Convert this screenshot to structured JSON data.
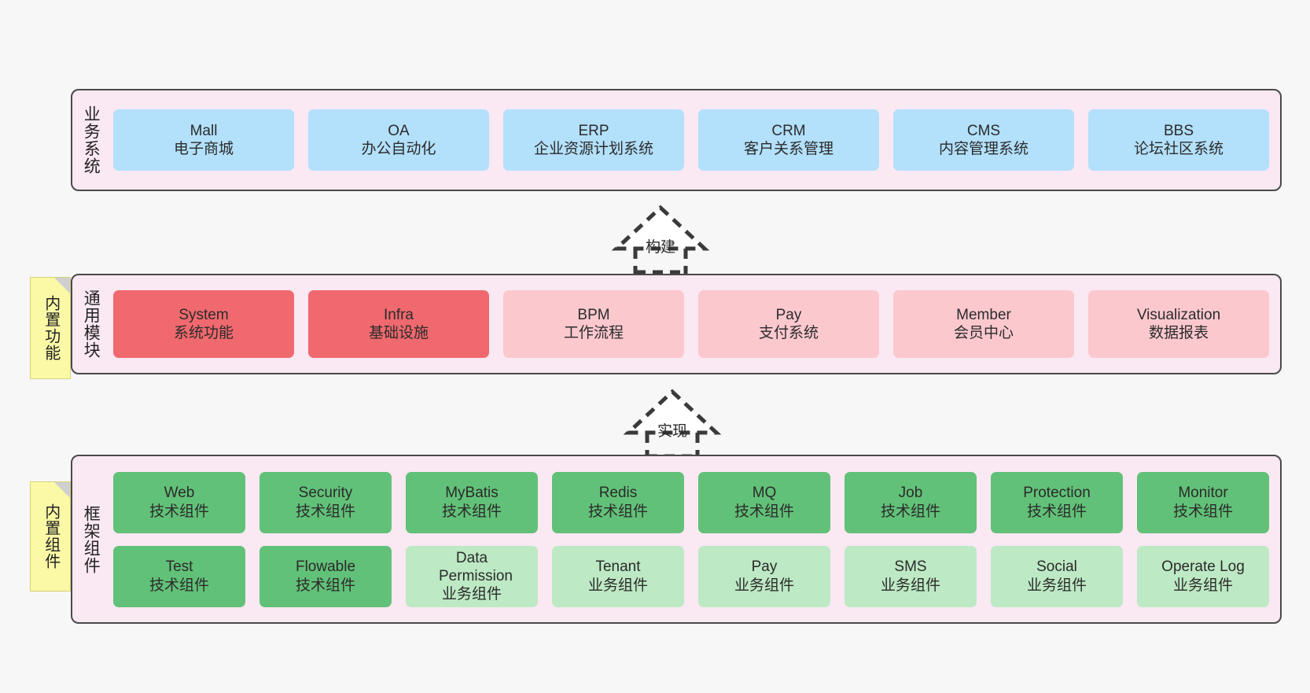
{
  "diagram": {
    "title": "ruoyi-vue-pro architecture layers",
    "background_color": "#f7f7f7",
    "band_fill": "#fae8f3",
    "band_border": "#4a4a4a",
    "note_fill": "#fbf8a6"
  },
  "notes": [
    {
      "label": "内置功能",
      "attached_to": "通用模块"
    },
    {
      "label": "内置组件",
      "attached_to": "框架组件"
    }
  ],
  "arrows": [
    {
      "label": "构建",
      "style": "dashed-generalization",
      "direction": "up",
      "from": "通用模块",
      "to": "业务系统"
    },
    {
      "label": "实现",
      "style": "dashed-generalization",
      "direction": "up",
      "from": "框架组件",
      "to": "通用模块"
    }
  ],
  "bands": [
    {
      "id": "business",
      "title": "业务系统",
      "rows": [
        {
          "cards": [
            {
              "name": "Mall",
              "desc": "电子商城",
              "color": "#b3e0fb",
              "tone": "blue"
            },
            {
              "name": "OA",
              "desc": "办公自动化",
              "color": "#b3e0fb",
              "tone": "blue"
            },
            {
              "name": "ERP",
              "desc": "企业资源计划系统",
              "color": "#b3e0fb",
              "tone": "blue"
            },
            {
              "name": "CRM",
              "desc": "客户关系管理",
              "color": "#b3e0fb",
              "tone": "blue"
            },
            {
              "name": "CMS",
              "desc": "内容管理系统",
              "color": "#b3e0fb",
              "tone": "blue"
            },
            {
              "name": "BBS",
              "desc": "论坛社区系统",
              "color": "#b3e0fb",
              "tone": "blue"
            }
          ]
        }
      ]
    },
    {
      "id": "module",
      "title": "通用模块",
      "rows": [
        {
          "cards": [
            {
              "name": "System",
              "desc": "系统功能",
              "color": "#f0696e",
              "tone": "red"
            },
            {
              "name": "Infra",
              "desc": "基础设施",
              "color": "#f0696e",
              "tone": "red"
            },
            {
              "name": "BPM",
              "desc": "工作流程",
              "color": "#fbc8ce",
              "tone": "pink"
            },
            {
              "name": "Pay",
              "desc": "支付系统",
              "color": "#fbc8ce",
              "tone": "pink"
            },
            {
              "name": "Member",
              "desc": "会员中心",
              "color": "#fbc8ce",
              "tone": "pink"
            },
            {
              "name": "Visualization",
              "desc": "数据报表",
              "color": "#fbc8ce",
              "tone": "pink"
            }
          ]
        }
      ]
    },
    {
      "id": "framework",
      "title": "框架组件",
      "rows": [
        {
          "cards": [
            {
              "name": "Web",
              "desc": "技术组件",
              "color": "#62c178",
              "tone": "green"
            },
            {
              "name": "Security",
              "desc": "技术组件",
              "color": "#62c178",
              "tone": "green"
            },
            {
              "name": "MyBatis",
              "desc": "技术组件",
              "color": "#62c178",
              "tone": "green"
            },
            {
              "name": "Redis",
              "desc": "技术组件",
              "color": "#62c178",
              "tone": "green"
            },
            {
              "name": "MQ",
              "desc": "技术组件",
              "color": "#62c178",
              "tone": "green"
            },
            {
              "name": "Job",
              "desc": "技术组件",
              "color": "#62c178",
              "tone": "green"
            },
            {
              "name": "Protection",
              "desc": "技术组件",
              "color": "#62c178",
              "tone": "green"
            },
            {
              "name": "Monitor",
              "desc": "技术组件",
              "color": "#62c178",
              "tone": "green"
            }
          ]
        },
        {
          "cards": [
            {
              "name": "Test",
              "desc": "技术组件",
              "color": "#62c178",
              "tone": "green"
            },
            {
              "name": "Flowable",
              "desc": "技术组件",
              "color": "#62c178",
              "tone": "green"
            },
            {
              "name": "Data Permission",
              "desc": "业务组件",
              "color": "#bde9c4",
              "tone": "lightgreen"
            },
            {
              "name": "Tenant",
              "desc": "业务组件",
              "color": "#bde9c4",
              "tone": "lightgreen"
            },
            {
              "name": "Pay",
              "desc": "业务组件",
              "color": "#bde9c4",
              "tone": "lightgreen"
            },
            {
              "name": "SMS",
              "desc": "业务组件",
              "color": "#bde9c4",
              "tone": "lightgreen"
            },
            {
              "name": "Social",
              "desc": "业务组件",
              "color": "#bde9c4",
              "tone": "lightgreen"
            },
            {
              "name": "Operate Log",
              "desc": "业务组件",
              "color": "#bde9c4",
              "tone": "lightgreen"
            }
          ]
        }
      ]
    }
  ]
}
